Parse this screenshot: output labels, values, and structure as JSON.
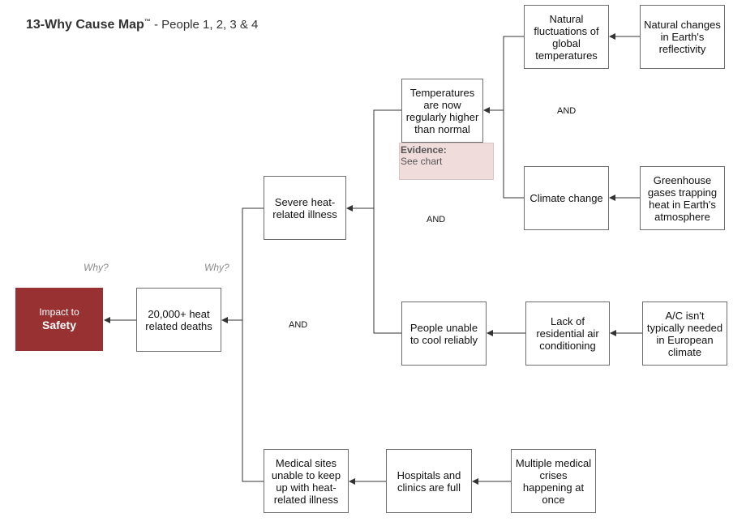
{
  "title": {
    "main": "13-Why Cause Map",
    "tm": "™",
    "sub": " - People 1, 2, 3 & 4"
  },
  "impact": {
    "line1": "Impact to",
    "line2": "Safety",
    "color": "#983232"
  },
  "why_labels": [
    "Why?",
    "Why?"
  ],
  "and_label": "AND",
  "boxes": {
    "deaths": "20,000+ heat related deaths",
    "severe_illness": "Severe heat-related illness",
    "medical_sites": "Medical sites unable to keep up with heat-related illness",
    "temperatures": "Temperatures are now regularly higher than normal",
    "unable_cool": "People unable to cool reliably",
    "hospitals_full": "Hospitals and clinics are full",
    "multiple_crises": "Multiple medical crises happening at once",
    "natural_fluct": "Natural fluctuations of global temperatures",
    "climate_change": "Climate change",
    "lack_ac": "Lack of residential air conditioning",
    "natural_reflect": "Natural changes in Earth's reflectivity",
    "greenhouse": "Greenhouse gases trapping heat in Earth's atmosphere",
    "ac_not_typical": "A/C isn't typically needed in European climate"
  },
  "evidence": {
    "label": "Evidence:",
    "text": "See chart"
  }
}
